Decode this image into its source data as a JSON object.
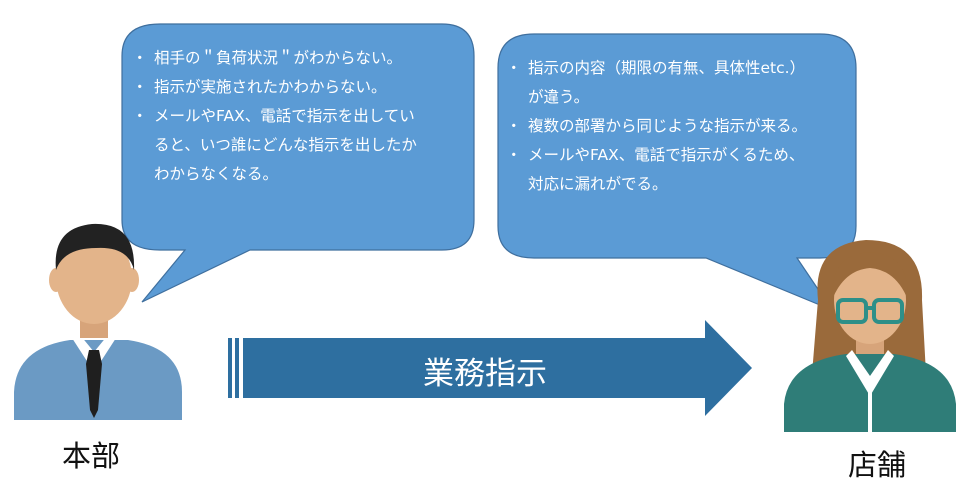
{
  "left_bubble": {
    "items": [
      [
        "相手の＂負荷状況＂がわからない。"
      ],
      [
        "指示が実施されたかわからない。"
      ],
      [
        "メールやFAX、電話で指示を出してい",
        "ると、いつ誰にどんな指示を出したか",
        "わからなくなる。"
      ]
    ]
  },
  "right_bubble": {
    "items": [
      [
        "指示の内容（期限の有無、具体性etc.）",
        "が違う。"
      ],
      [
        "複数の部署から同じような指示が来る。"
      ],
      [
        "メールやFAX、電話で指示がくるため、",
        "対応に漏れがでる。"
      ]
    ]
  },
  "arrow": {
    "label": "業務指示"
  },
  "labels": {
    "left": "本部",
    "right": "店舗"
  },
  "colors": {
    "bubble": "#5b9bd5",
    "bubble_stroke": "#3f6f9e",
    "arrow": "#2e6fa0",
    "shirt_male": "#6b9ac4",
    "suit_female": "#2f7d78",
    "skin": "#e3b48a",
    "hair_male": "#222222",
    "hair_female": "#9a6a3b"
  }
}
